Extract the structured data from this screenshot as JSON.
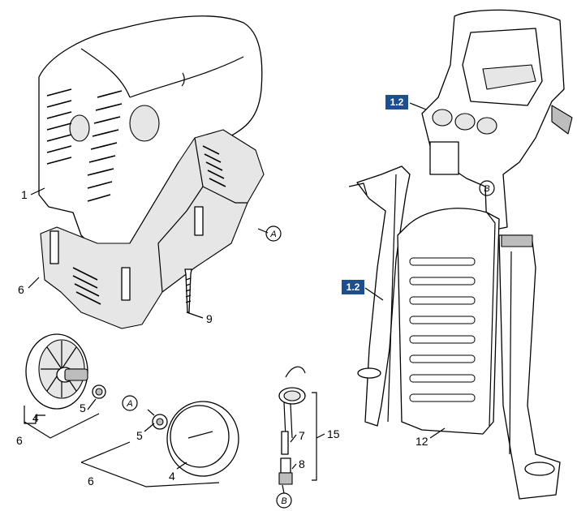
{
  "callouts": {
    "c1": "1",
    "c4a": "4",
    "c4b": "4",
    "c5a": "5",
    "c5b": "5",
    "c6a": "6",
    "c6b": "6",
    "c6c": "6",
    "c7": "7",
    "c8": "8",
    "c9": "9",
    "c12": "12",
    "c15": "15"
  },
  "badges": {
    "top": "1.2",
    "mid": "1.2"
  },
  "markers": {
    "a1": "A",
    "a2": "A",
    "b1": "B",
    "b2": "B"
  },
  "colors": {
    "badge": "#1d4f8c"
  }
}
